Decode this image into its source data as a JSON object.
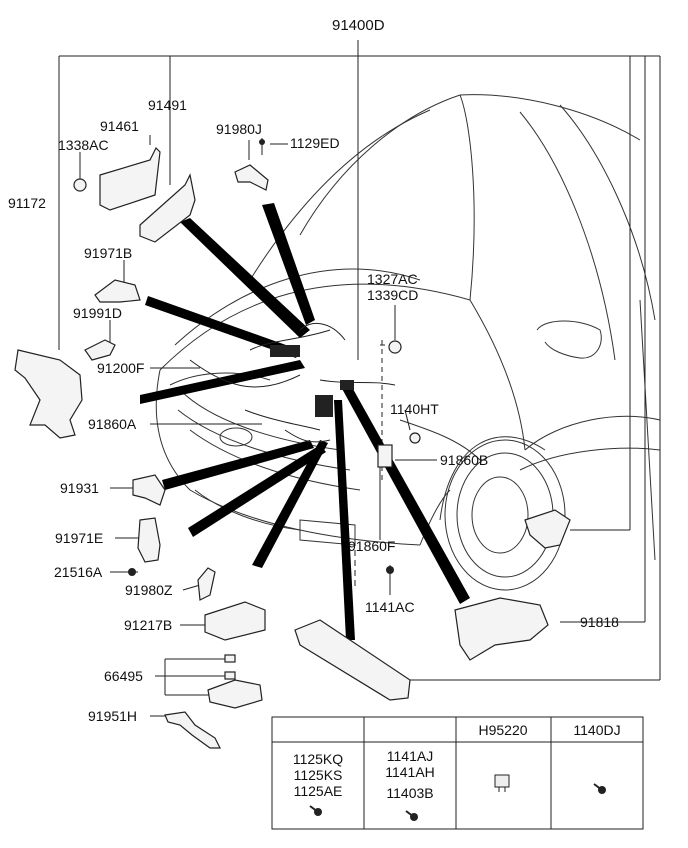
{
  "diagram": {
    "main_assembly": "91400D",
    "parts": {
      "p91491": "91491",
      "p91461": "91461",
      "p1338AC": "1338AC",
      "p91172": "91172",
      "p91980J": "91980J",
      "p1129ED": "1129ED",
      "p91971B": "91971B",
      "p91991D": "91991D",
      "p1327AC": "1327AC",
      "p1339CD": "1339CD",
      "p91200F": "91200F",
      "p1140HT": "1140HT",
      "p91860A": "91860A",
      "p91860B": "91860B",
      "p91931": "91931",
      "p91971E": "91971E",
      "p91860F": "91860F",
      "p21516A": "21516A",
      "p91980Z": "91980Z",
      "p1141AC": "1141AC",
      "p91217B": "91217B",
      "p91818": "91818",
      "p66495": "66495",
      "p91951H": "91951H"
    }
  },
  "table": {
    "headers": [
      "",
      "",
      "H95220",
      "1140DJ"
    ],
    "col1": [
      "1125KQ",
      "1125KS",
      "1125AE"
    ],
    "col2": [
      "1141AJ",
      "1141AH",
      "11403B"
    ]
  }
}
